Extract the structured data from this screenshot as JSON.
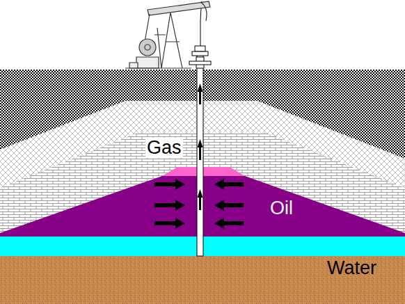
{
  "diagram": {
    "labels": [
      "Gas",
      "Oil",
      "Water"
    ]
  }
}
